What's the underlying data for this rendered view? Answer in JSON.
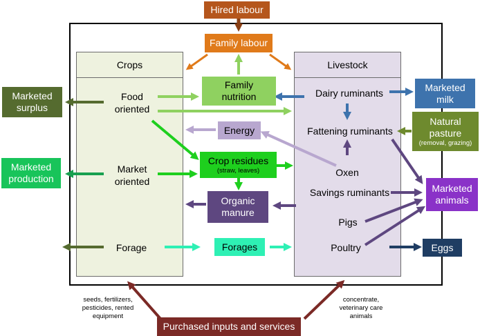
{
  "top": {
    "hired_labour": "Hired labour",
    "family_labour": "Family labour"
  },
  "crops": {
    "title": "Crops",
    "food_oriented": "Food oriented",
    "market_oriented": "Market oriented",
    "forage": "Forage"
  },
  "livestock": {
    "title": "Livestock",
    "dairy": "Dairy ruminants",
    "fattening": "Fattening ruminants",
    "oxen": "Oxen",
    "savings": "Savings ruminants",
    "pigs": "Pigs",
    "poultry": "Poultry"
  },
  "middle": {
    "family_nutrition": "Family nutrition",
    "energy": "Energy",
    "crop_residues": "Crop residues",
    "crop_residues_note": "(straw, leaves)",
    "organic_manure": "Organic manure",
    "forages": "Forages"
  },
  "outside": {
    "marketed_surplus": "Marketed surplus",
    "marketed_production": "Marketed production",
    "marketed_milk": "Marketed milk",
    "natural_pasture": "Natural pasture",
    "natural_pasture_note": "(removal, grazing)",
    "marketed_animals": "Marketed animals",
    "eggs": "Eggs"
  },
  "bottom": {
    "purchased": "Purchased inputs and services",
    "crop_inputs": "seeds, fertilizers, pesticides, rented equipment",
    "livestock_inputs": "concentrate, veterinary care animals"
  },
  "colors": {
    "hired": "#b5561c",
    "family_labour": "#e07a1a",
    "family_nutrition": "#8fd160",
    "energy": "#b8a7cf",
    "crop_residues": "#1ecf1e",
    "organic_manure": "#5e4780",
    "forages": "#2ef0b4",
    "marketed_surplus": "#556b2f",
    "marketed_production": "#18c45a",
    "marketed_milk": "#3e73ad",
    "natural_pasture": "#6e8a2e",
    "marketed_animals": "#8a32c8",
    "eggs": "#1f3d63",
    "purchased": "#7b2a26"
  }
}
